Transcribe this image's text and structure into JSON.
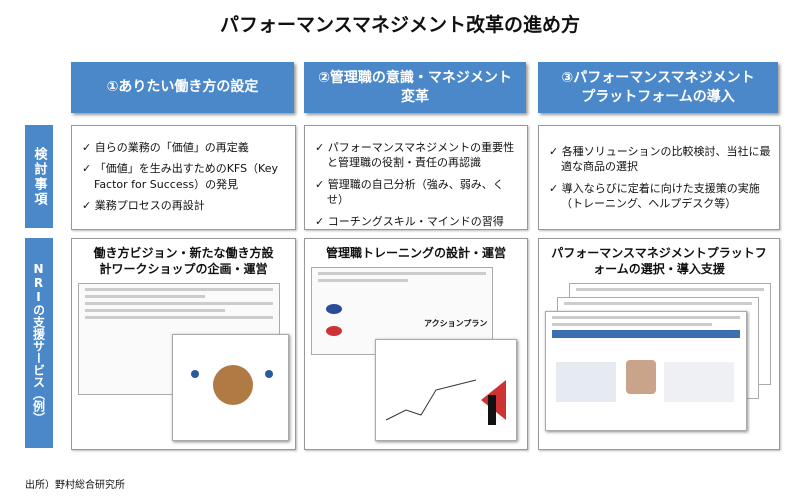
{
  "title": "パフォーマンスマネジメント改革の進め方",
  "columns": [
    {
      "header": "①ありたい働き方の設定",
      "items": [
        "自らの業務の「価値」の再定義",
        "「価値」を生み出すためのKFS（Key Factor for Success）の発見",
        "業務プロセスの再設計"
      ],
      "service": "働き方ビジョン・新たな働き方設計ワークショップの企画・運営"
    },
    {
      "header": "②管理職の意識・マネジメント変革",
      "items": [
        "パフォーマンスマネジメントの重要性と管理職の役割・責任の再認識",
        "管理職の自己分析（強み、弱み、くせ）",
        "コーチングスキル・マインドの習得"
      ],
      "service": "管理職トレーニングの設計・運営",
      "thumb_label": "アクションプラン"
    },
    {
      "header": "③パフォーマンスマネジメントプラットフォームの導入",
      "items": [
        "各種ソリューションの比較検討、当社に最適な商品の選択",
        "導入ならびに定着に向けた支援策の実施（トレーニング、ヘルプデスク等）"
      ],
      "service": "パフォーマンスマネジメントプラットフォームの選択・導入支援"
    }
  ],
  "side_labels": {
    "review": "検討事項",
    "service": "NRIの支援サービス（例）"
  },
  "footer": "出所）野村総合研究所"
}
